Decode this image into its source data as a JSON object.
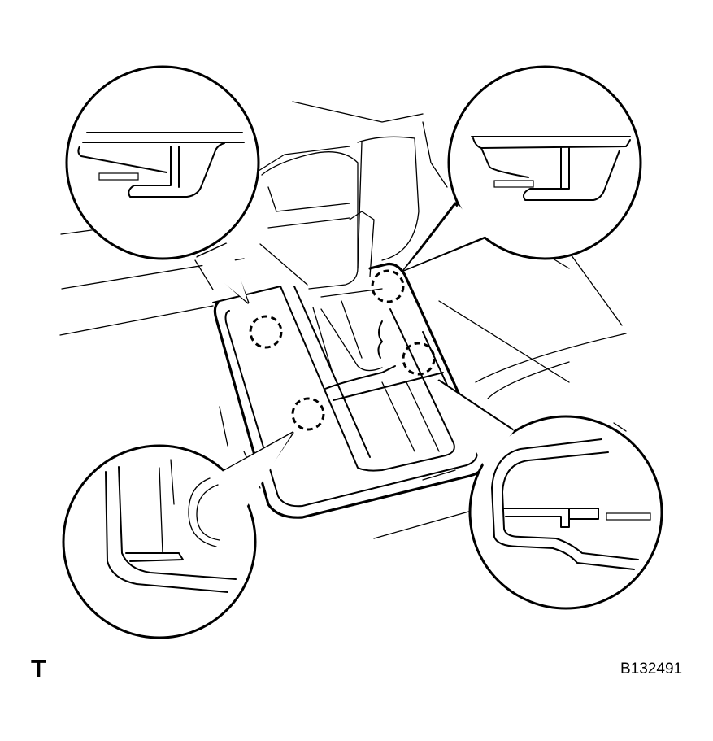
{
  "view_marker": "T",
  "figure_id": "B132491",
  "colors": {
    "line": "#000000",
    "background": "#ffffff"
  },
  "callouts": [
    {
      "name": "detail-top-left",
      "shows": "claw-clip"
    },
    {
      "name": "detail-top-right",
      "shows": "claw-clip"
    },
    {
      "name": "detail-bottom-left",
      "shows": "guide-clip"
    },
    {
      "name": "detail-bottom-right",
      "shows": "claw-clip"
    }
  ]
}
